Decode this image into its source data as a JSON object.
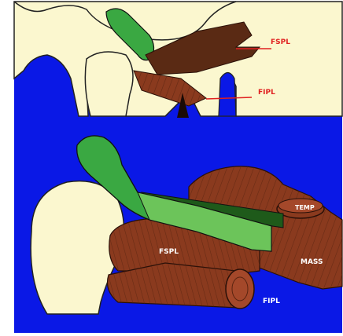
{
  "labels": {
    "top_fspl": "FSPL",
    "top_fipl": "FIPL",
    "bottom_temp": "TEMP",
    "bottom_fspl": "FSPL",
    "bottom_mass": "MASS",
    "bottom_fipl": "FIPL"
  },
  "colors": {
    "background": "#0a18e6",
    "bone": "#fbf7cf",
    "disc": "#3aa842",
    "disc_light": "#6cc45a",
    "muscle": "#8a3a1e",
    "muscle_dark": "#5a2a14",
    "label_red": "#e02020",
    "label_white": "#ffffff"
  }
}
